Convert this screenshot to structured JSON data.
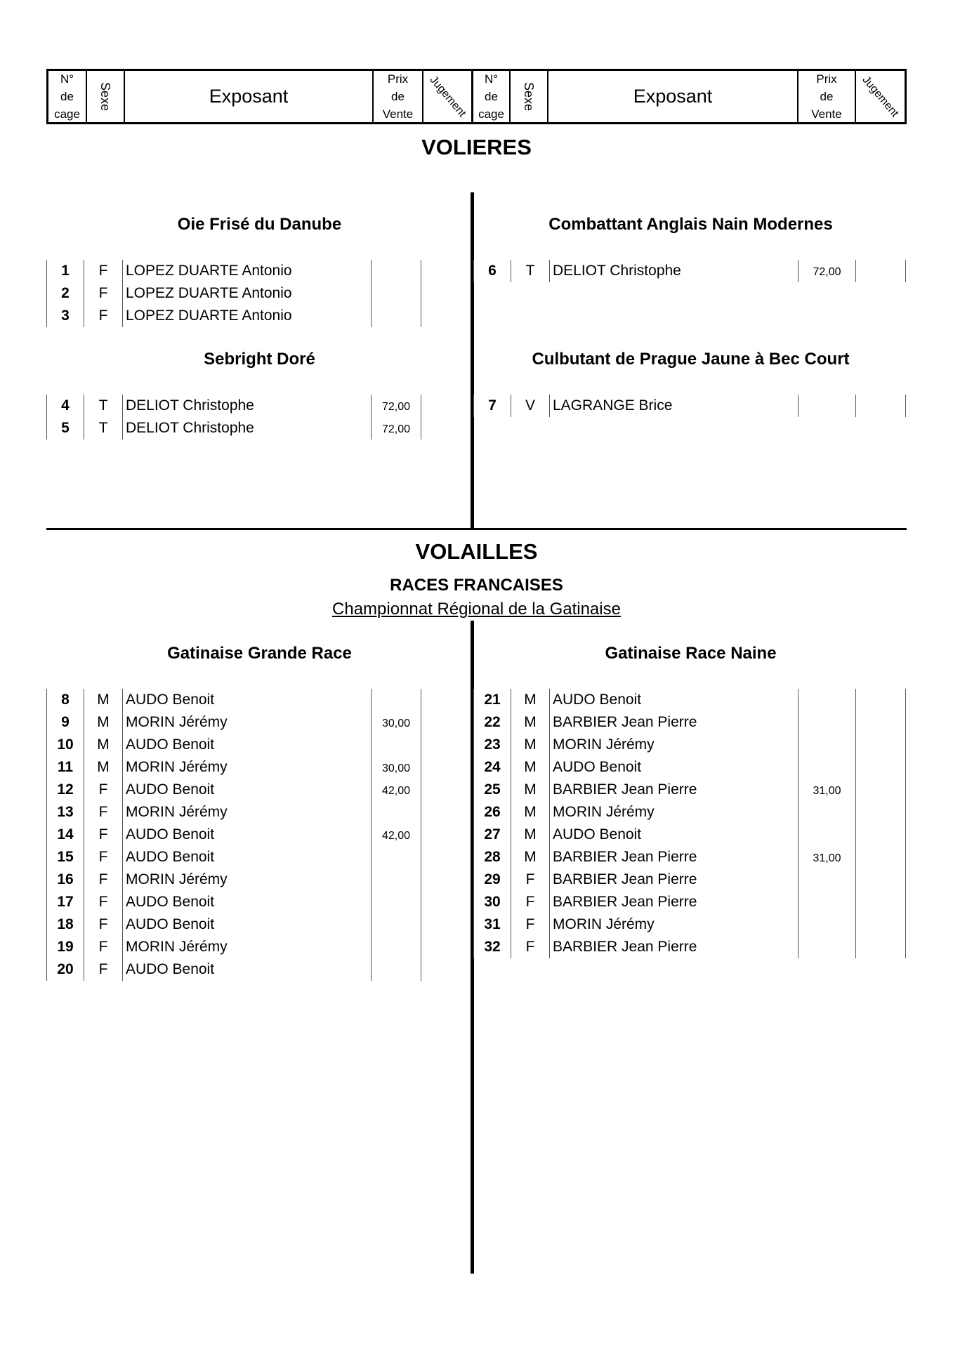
{
  "header": {
    "num_label": [
      "N°",
      "de",
      "cage"
    ],
    "sexe": "Sexe",
    "exposant": "Exposant",
    "prix_label": [
      "Prix",
      "de",
      "Vente"
    ],
    "jugement": "Jugement"
  },
  "volieres": {
    "title": "VOLIERES",
    "left": [
      {
        "breed": "Oie Frisé du Danube",
        "rows": [
          {
            "num": "1",
            "sex": "F",
            "name": "LOPEZ DUARTE Antonio",
            "prix": ""
          },
          {
            "num": "2",
            "sex": "F",
            "name": "LOPEZ DUARTE Antonio",
            "prix": ""
          },
          {
            "num": "3",
            "sex": "F",
            "name": "LOPEZ DUARTE Antonio",
            "prix": ""
          }
        ]
      },
      {
        "breed": "Sebright Doré",
        "rows": [
          {
            "num": "4",
            "sex": "T",
            "name": "DELIOT Christophe",
            "prix": "72,00"
          },
          {
            "num": "5",
            "sex": "T",
            "name": "DELIOT Christophe",
            "prix": "72,00"
          }
        ]
      }
    ],
    "right": [
      {
        "breed": "Combattant Anglais Nain Modernes",
        "rows": [
          {
            "num": "6",
            "sex": "T",
            "name": "DELIOT Christophe",
            "prix": "72,00"
          }
        ]
      },
      {
        "breed": "Culbutant de Prague Jaune à Bec Court",
        "rows": [
          {
            "num": "7",
            "sex": "V",
            "name": "LAGRANGE Brice",
            "prix": ""
          }
        ]
      }
    ]
  },
  "volailles": {
    "title": "VOLAILLES",
    "subtitle": "RACES FRANCAISES",
    "championship": "Championnat Régional de la Gatinaise",
    "left": {
      "breed": "Gatinaise Grande Race",
      "rows": [
        {
          "num": "8",
          "sex": "M",
          "name": "AUDO Benoit",
          "prix": ""
        },
        {
          "num": "9",
          "sex": "M",
          "name": "MORIN Jérémy",
          "prix": "30,00"
        },
        {
          "num": "10",
          "sex": "M",
          "name": "AUDO Benoit",
          "prix": ""
        },
        {
          "num": "11",
          "sex": "M",
          "name": "MORIN Jérémy",
          "prix": "30,00"
        },
        {
          "num": "12",
          "sex": "F",
          "name": "AUDO Benoit",
          "prix": "42,00"
        },
        {
          "num": "13",
          "sex": "F",
          "name": "MORIN Jérémy",
          "prix": ""
        },
        {
          "num": "14",
          "sex": "F",
          "name": "AUDO Benoit",
          "prix": "42,00"
        },
        {
          "num": "15",
          "sex": "F",
          "name": "AUDO Benoit",
          "prix": ""
        },
        {
          "num": "16",
          "sex": "F",
          "name": "MORIN Jérémy",
          "prix": ""
        },
        {
          "num": "17",
          "sex": "F",
          "name": "AUDO Benoit",
          "prix": ""
        },
        {
          "num": "18",
          "sex": "F",
          "name": "AUDO Benoit",
          "prix": ""
        },
        {
          "num": "19",
          "sex": "F",
          "name": "MORIN Jérémy",
          "prix": ""
        },
        {
          "num": "20",
          "sex": "F",
          "name": "AUDO Benoit",
          "prix": ""
        }
      ]
    },
    "right": {
      "breed": "Gatinaise Race Naine",
      "rows": [
        {
          "num": "21",
          "sex": "M",
          "name": "AUDO Benoit",
          "prix": ""
        },
        {
          "num": "22",
          "sex": "M",
          "name": "BARBIER Jean Pierre",
          "prix": ""
        },
        {
          "num": "23",
          "sex": "M",
          "name": "MORIN Jérémy",
          "prix": ""
        },
        {
          "num": "24",
          "sex": "M",
          "name": "AUDO Benoit",
          "prix": ""
        },
        {
          "num": "25",
          "sex": "M",
          "name": "BARBIER Jean Pierre",
          "prix": "31,00"
        },
        {
          "num": "26",
          "sex": "M",
          "name": "MORIN Jérémy",
          "prix": ""
        },
        {
          "num": "27",
          "sex": "M",
          "name": "AUDO Benoit",
          "prix": ""
        },
        {
          "num": "28",
          "sex": "M",
          "name": "BARBIER Jean Pierre",
          "prix": "31,00"
        },
        {
          "num": "29",
          "sex": "F",
          "name": "BARBIER Jean Pierre",
          "prix": ""
        },
        {
          "num": "30",
          "sex": "F",
          "name": "BARBIER Jean Pierre",
          "prix": ""
        },
        {
          "num": "31",
          "sex": "F",
          "name": "MORIN Jérémy",
          "prix": ""
        },
        {
          "num": "32",
          "sex": "F",
          "name": "BARBIER Jean Pierre",
          "prix": ""
        }
      ]
    }
  }
}
